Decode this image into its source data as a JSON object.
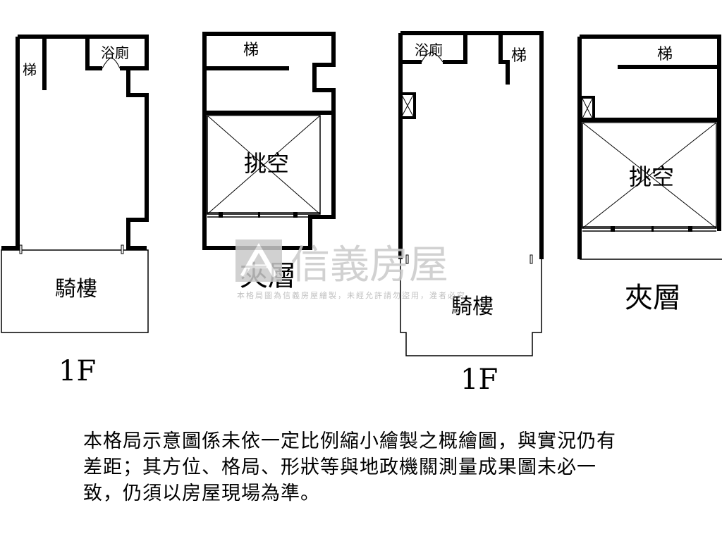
{
  "plans": {
    "left_1f": {
      "floor_label": "1F",
      "stair": "梯",
      "bath": "浴廁",
      "arcade": "騎樓"
    },
    "left_mezz": {
      "stair": "梯",
      "void": "挑空",
      "name": "夾層"
    },
    "right_1f": {
      "floor_label": "1F",
      "stair": "梯",
      "bath": "浴廁",
      "arcade": "騎樓"
    },
    "right_mezz": {
      "stair": "梯",
      "void": "挑空",
      "name": "夾層"
    }
  },
  "watermark": {
    "brand": "信義房屋",
    "notice": "本格局圖為信義房屋繪製，未經允許請勿盜用，違者必究"
  },
  "disclaimer": "本格局示意圖係未依一定比例縮小繪製之概繪圖，與實況仍有差距；其方位、格局、形狀等與地政機關測量成果圖未必一致，仍須以房屋現場為準。"
}
